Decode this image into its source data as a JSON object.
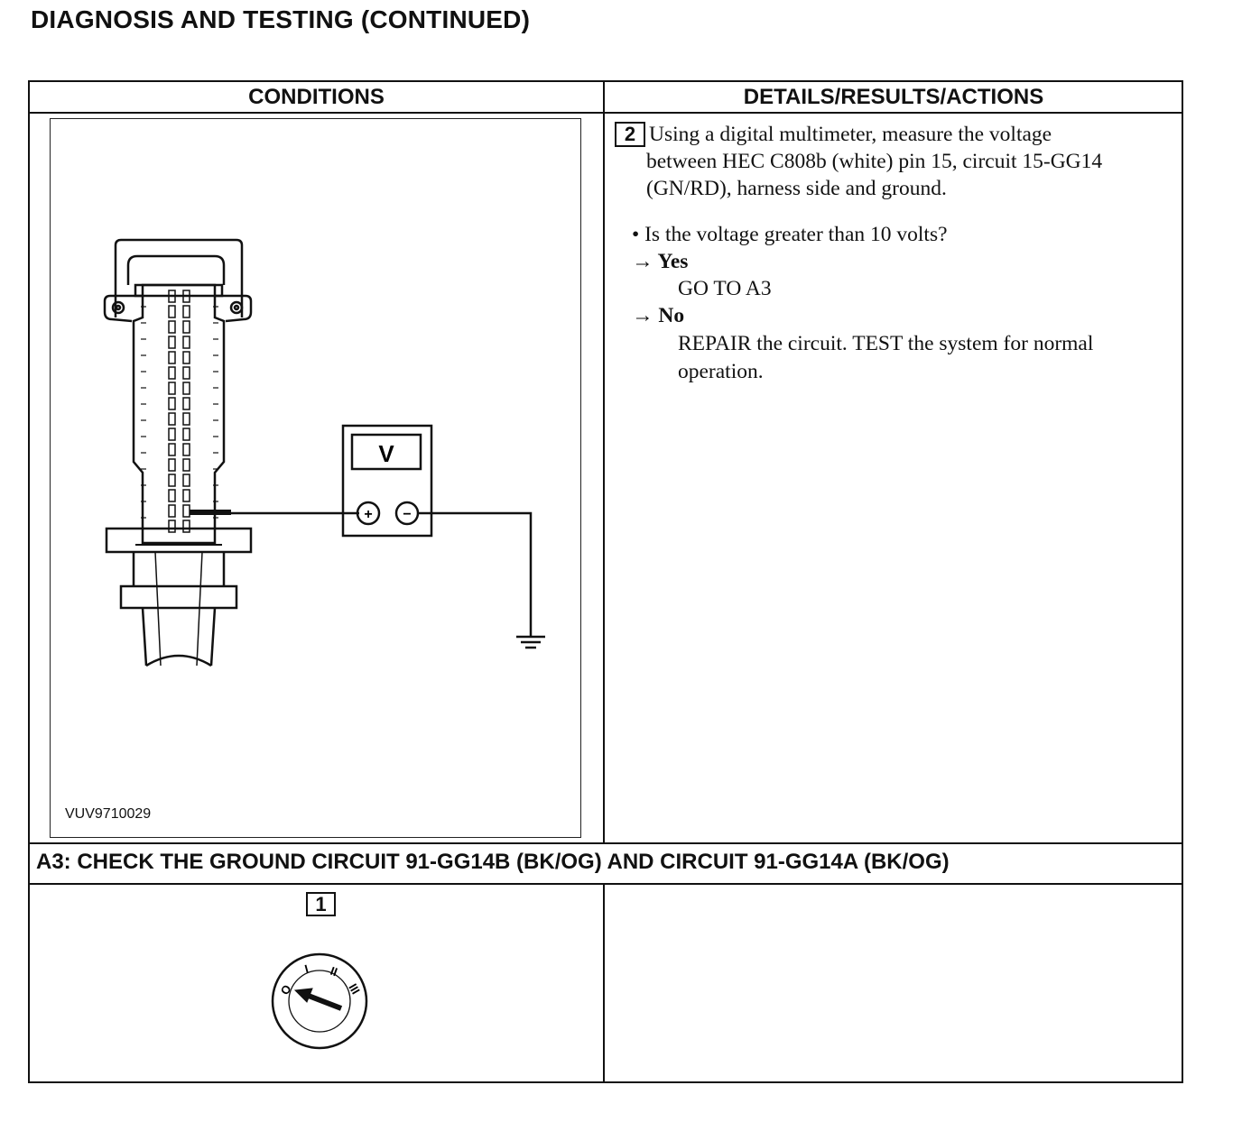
{
  "page": {
    "title": "DIAGNOSIS AND TESTING (CONTINUED)"
  },
  "table": {
    "headers": {
      "conditions": "CONDITIONS",
      "details": "DETAILS/RESULTS/ACTIONS"
    }
  },
  "step2": {
    "number": "2",
    "instruction_line1": "Using a digital multimeter, measure the voltage",
    "instruction_line2": "between HEC C808b (white) pin 15, circuit 15-GG14",
    "instruction_line3": "(GN/RD), harness side and ground.",
    "question": "• Is the voltage greater than 10 volts?",
    "yes_label": "→ Yes",
    "yes_action": "GO TO A3",
    "no_label": "→ No",
    "no_action_line1": "REPAIR the circuit. TEST the system for normal",
    "no_action_line2": "operation.",
    "figure": {
      "code": "VUV9710029",
      "meter_label": "V",
      "plus": "+",
      "minus": "−"
    }
  },
  "section_a3": {
    "title": "A3: CHECK THE GROUND CIRCUIT 91-GG14B (BK/OG) AND CIRCUIT 91-GG14A (BK/OG)",
    "step1": {
      "number": "1",
      "ignition_positions": [
        "O",
        "I",
        "II",
        "III"
      ]
    }
  }
}
